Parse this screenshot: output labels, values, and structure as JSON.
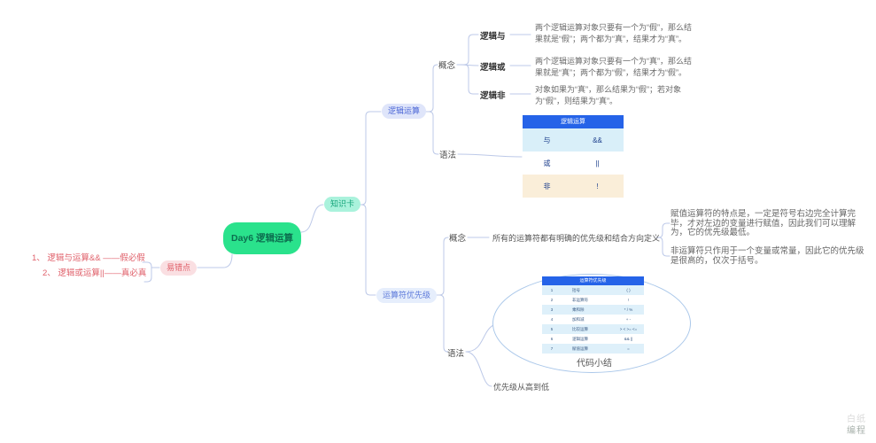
{
  "title": "Day6 逻辑运算",
  "colors": {
    "central_node": "#2ae28c",
    "mistake_accent": "#e0616b",
    "knowledge_accent": "#17a57b",
    "branch_accent": "#4c67d6",
    "table_header": "#2563e8",
    "connector": "#bdc9e8"
  },
  "mistakes": {
    "node": "易错点",
    "items": [
      "1、 逻辑与运算&& ——假必假",
      "2、 逻辑或运算||——真必真"
    ]
  },
  "knowledge": {
    "node": "知识卡",
    "logic": {
      "node": "逻辑运算",
      "concept_label": "概念",
      "syntax_label": "语法",
      "items": [
        {
          "term": "逻辑与",
          "desc": "两个逻辑运算对象只要有一个为“假”，那么结果就是“假”；两个都为“真”，结果才为“真”。"
        },
        {
          "term": "逻辑或",
          "desc": "两个逻辑运算对象只要有一个为“真”，那么结果就是“真”；两个都为“假”，结果才为“假”。"
        },
        {
          "term": "逻辑非",
          "desc": "对象如果为“真”，那么结果为“假”；若对象为“假”，则结果为“真”。"
        }
      ],
      "table": {
        "title": "逻辑运算",
        "rows": [
          {
            "name": "与",
            "symbol": "&&"
          },
          {
            "name": "或",
            "symbol": "||"
          },
          {
            "name": "非",
            "symbol": "!"
          }
        ]
      }
    },
    "precedence": {
      "node": "运算符优先级",
      "concept_label": "概念",
      "concept_text": "所有的运算符都有明确的优先级和结合方向定义",
      "notes": [
        "赋值运算符的特点是，一定是符号右边完全计算完毕，才对左边的变量进行赋值，因此我们可以理解为，它的优先级最低。",
        "非运算符只作用于一个变量或常量，因此它的优先级是很高的，仅次于括号。"
      ],
      "syntax_label": "语法",
      "caption": "代码小结",
      "syntax_note": "优先级从高到低",
      "table": {
        "title": "运算符优先级",
        "rows": [
          {
            "no": "1",
            "name": "括号",
            "symbol": "( )"
          },
          {
            "no": "2",
            "name": "非运算符",
            "symbol": "!"
          },
          {
            "no": "3",
            "name": "乘和除",
            "symbol": "* / %"
          },
          {
            "no": "4",
            "name": "加和减",
            "symbol": "+ -"
          },
          {
            "no": "5",
            "name": "比较运算",
            "symbol": "> < >= <="
          },
          {
            "no": "6",
            "name": "逻辑运算",
            "symbol": "&& ||"
          },
          {
            "no": "7",
            "name": "赋值运算",
            "symbol": "="
          }
        ]
      }
    }
  },
  "watermark": {
    "line1": "白纸",
    "line2": "编程"
  }
}
